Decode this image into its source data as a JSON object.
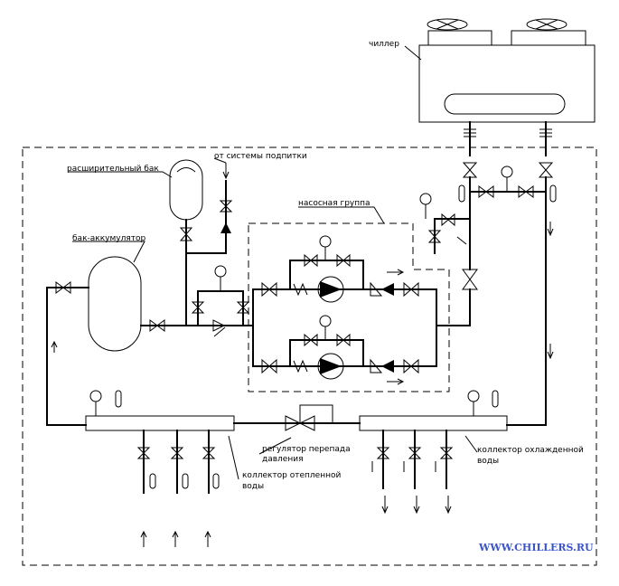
{
  "labels": {
    "chiller": "чиллер",
    "expansion_tank": "расширительный бак",
    "makeup": "от системы подпитки",
    "pump_group": "насосная группа",
    "accumulator": "бак-аккумулятор",
    "regulator_1": "регулятор перепада",
    "regulator_2": "давления",
    "hot_collector_1": "коллектор отепленной",
    "hot_collector_2": "воды",
    "cold_collector_1": "коллектор охлажденной",
    "cold_collector_2": "воды"
  },
  "watermark": "WWW.CHILLERS.RU"
}
